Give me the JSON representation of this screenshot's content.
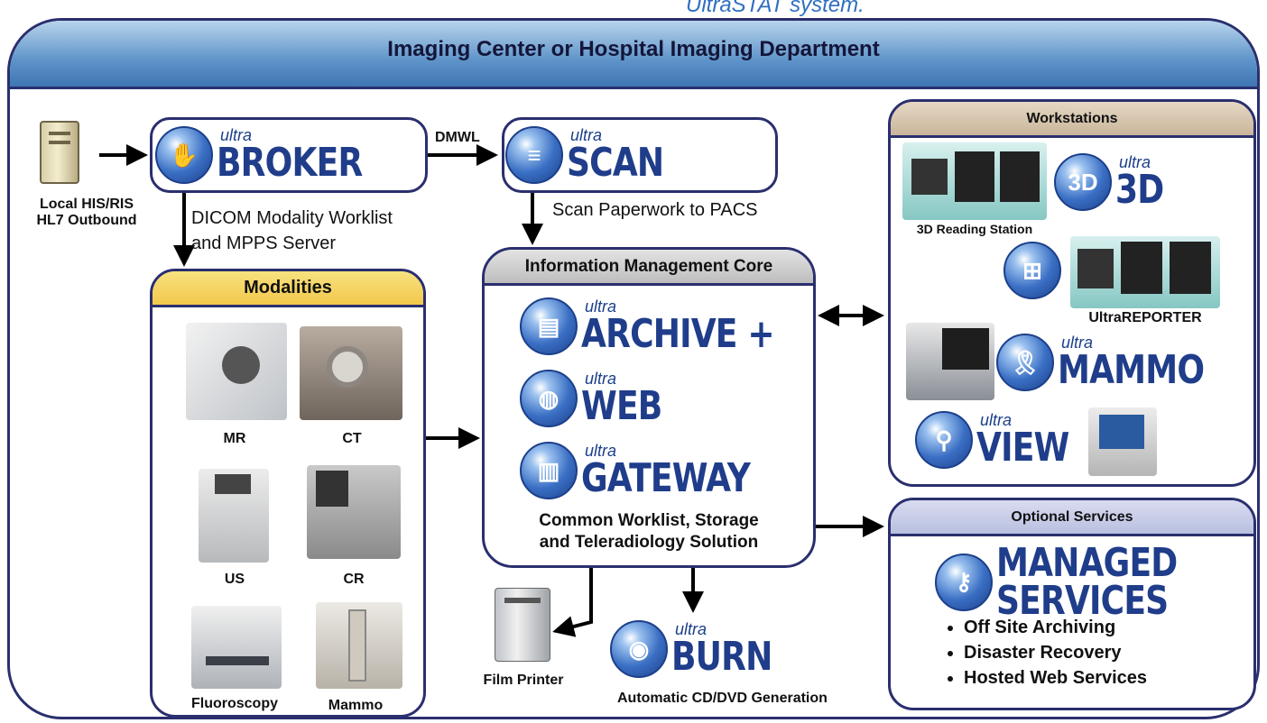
{
  "title_partial": "UltraSTAT system.",
  "main_title": "Imaging Center or Hospital Imaging Department",
  "his": {
    "label_line1": "Local HIS/RIS",
    "label_line2": "HL7 Outbound"
  },
  "broker": {
    "ultra": "ultra",
    "name": "BROKER",
    "desc_line1": "DICOM Modality Worklist",
    "desc_line2": "and MPPS Server"
  },
  "dmwl": "DMWL",
  "scan": {
    "ultra": "ultra",
    "name": "SCAN",
    "desc": "Scan Paperwork to PACS"
  },
  "modalities": {
    "header": "Modalities",
    "items": [
      "MR",
      "CT",
      "US",
      "CR",
      "Fluoroscopy",
      "Mammo"
    ]
  },
  "core": {
    "header": "Information Management Core",
    "products": [
      {
        "ultra": "ultra",
        "name": "ARCHIVE +"
      },
      {
        "ultra": "ultra",
        "name": "WEB"
      },
      {
        "ultra": "ultra",
        "name": "GATEWAY"
      }
    ],
    "desc_line1": "Common Worklist, Storage",
    "desc_line2": "and Teleradiology Solution"
  },
  "film_printer": "Film Printer",
  "burn": {
    "ultra": "ultra",
    "name": "BURN",
    "desc": "Automatic CD/DVD Generation"
  },
  "workstations": {
    "header": "Workstations",
    "reading_station": "3D Reading Station",
    "p3d": {
      "ultra": "ultra",
      "name": "3D",
      "logo_text": "3D"
    },
    "reporter": "UltraREPORTER",
    "mammo": {
      "ultra": "ultra",
      "name": "MAMMO"
    },
    "view": {
      "ultra": "ultra",
      "name": "VIEW"
    }
  },
  "optional": {
    "header": "Optional Services",
    "name_line1": "MANAGED",
    "name_line2": "SERVICES",
    "bullets": [
      "Off Site Archiving",
      "Disaster Recovery",
      "Hosted Web Services"
    ]
  },
  "colors": {
    "navy": "#2a2f6e",
    "accent_blue": "#1f3d8a",
    "modalities_header": "#f2c84b",
    "core_header": "#bdbdbd",
    "workstations_header": "#c9b59a",
    "optional_header": "#b9bfe0"
  }
}
